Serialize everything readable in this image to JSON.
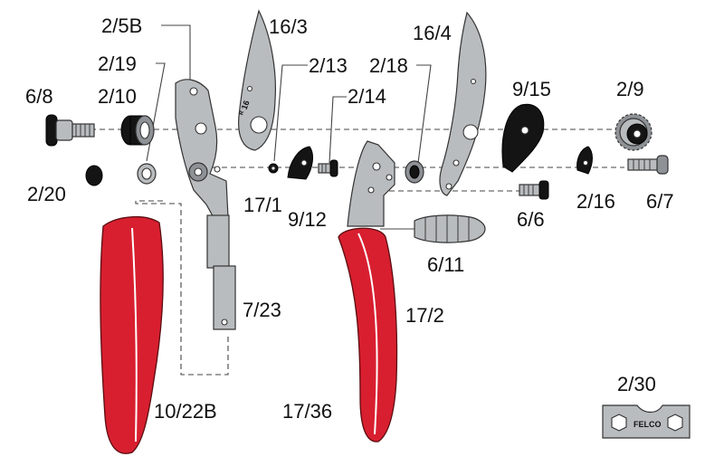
{
  "labels": {
    "p2_5B": "2/5B",
    "p16_3": "16/3",
    "p16_4": "16/4",
    "p2_19": "2/19",
    "p2_13": "2/13",
    "p2_18": "2/18",
    "p9_15": "9/15",
    "p2_9": "2/9",
    "p6_8": "6/8",
    "p2_10": "2/10",
    "p2_14": "2/14",
    "p2_20": "2/20",
    "p17_1": "17/1",
    "p9_12": "9/12",
    "p6_6": "6/6",
    "p2_16": "2/16",
    "p6_7": "6/7",
    "p6_11": "6/11",
    "p7_23": "7/23",
    "p17_2": "17/2",
    "p10_22B": "10/22B",
    "p17_36": "17/36",
    "p2_30": "2/30"
  },
  "stamp": "FELCO",
  "colors": {
    "handle_red": "#d81f2f",
    "steel": "#b9bcbf",
    "dark_part": "#141414"
  }
}
